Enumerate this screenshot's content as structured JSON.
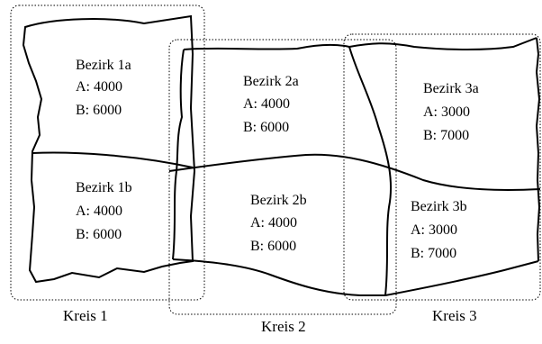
{
  "districts": [
    {
      "name": "Bezirk 1a",
      "a": "A: 4000",
      "b": "B: 6000"
    },
    {
      "name": "Bezirk 1b",
      "a": "A: 4000",
      "b": "B: 6000"
    },
    {
      "name": "Bezirk 2a",
      "a": "A: 4000",
      "b": "B: 6000"
    },
    {
      "name": "Bezirk 2b",
      "a": "A: 4000",
      "b": "B: 6000"
    },
    {
      "name": "Bezirk 3a",
      "a": "A: 3000",
      "b": "B: 7000"
    },
    {
      "name": "Bezirk 3b",
      "a": "A: 3000",
      "b": "B: 7000"
    }
  ],
  "kreise": [
    "Kreis 1",
    "Kreis 2",
    "Kreis 3"
  ],
  "colors": {
    "line": "#000000",
    "dotted": "#000000",
    "background": "#ffffff"
  }
}
